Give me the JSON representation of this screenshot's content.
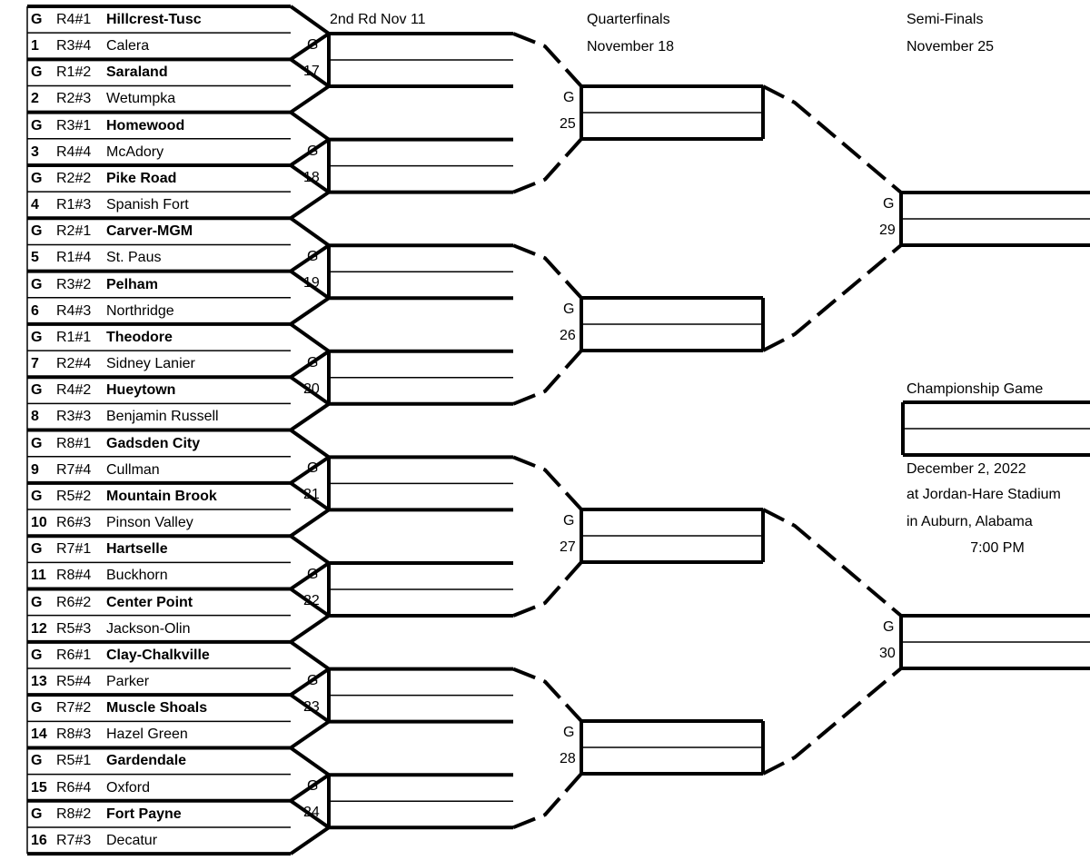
{
  "headers": {
    "round2": "2nd Rd Nov 11",
    "quarterfinals": "Quarterfinals",
    "quarterfinals_date": "November 18",
    "semifinals": "Semi-Finals",
    "semifinals_date": "November 25",
    "championship": "Championship Game",
    "championship_date": "December 2, 2022",
    "championship_venue": "at Jordan-Hare Stadium",
    "championship_city": "in Auburn, Alabama",
    "championship_time": "7:00 PM"
  },
  "first_round": [
    {
      "seed": "G",
      "code": "R4#1",
      "team": "Hillcrest-Tusc",
      "bold": true
    },
    {
      "seed": "1",
      "code": "R3#4",
      "team": "Calera",
      "bold": false
    },
    {
      "seed": "G",
      "code": "R1#2",
      "team": "Saraland",
      "bold": true
    },
    {
      "seed": "2",
      "code": "R2#3",
      "team": "Wetumpka",
      "bold": false
    },
    {
      "seed": "G",
      "code": "R3#1",
      "team": "Homewood",
      "bold": true
    },
    {
      "seed": "3",
      "code": "R4#4",
      "team": "McAdory",
      "bold": false
    },
    {
      "seed": "G",
      "code": "R2#2",
      "team": "Pike Road",
      "bold": true
    },
    {
      "seed": "4",
      "code": "R1#3",
      "team": "Spanish Fort",
      "bold": false
    },
    {
      "seed": "G",
      "code": "R2#1",
      "team": "Carver-MGM",
      "bold": true
    },
    {
      "seed": "5",
      "code": "R1#4",
      "team": "St. Paus",
      "bold": false
    },
    {
      "seed": "G",
      "code": "R3#2",
      "team": "Pelham",
      "bold": true
    },
    {
      "seed": "6",
      "code": "R4#3",
      "team": "Northridge",
      "bold": false
    },
    {
      "seed": "G",
      "code": "R1#1",
      "team": "Theodore",
      "bold": true
    },
    {
      "seed": "7",
      "code": "R2#4",
      "team": "Sidney Lanier",
      "bold": false
    },
    {
      "seed": "G",
      "code": "R4#2",
      "team": "Hueytown",
      "bold": true
    },
    {
      "seed": "8",
      "code": "R3#3",
      "team": "Benjamin Russell",
      "bold": false
    },
    {
      "seed": "G",
      "code": "R8#1",
      "team": "Gadsden City",
      "bold": true
    },
    {
      "seed": "9",
      "code": "R7#4",
      "team": "Cullman",
      "bold": false
    },
    {
      "seed": "G",
      "code": "R5#2",
      "team": "Mountain Brook",
      "bold": true
    },
    {
      "seed": "10",
      "code": "R6#3",
      "team": "Pinson Valley",
      "bold": false
    },
    {
      "seed": "G",
      "code": "R7#1",
      "team": "Hartselle",
      "bold": true
    },
    {
      "seed": "11",
      "code": "R8#4",
      "team": "Buckhorn",
      "bold": false
    },
    {
      "seed": "G",
      "code": "R6#2",
      "team": "Center Point",
      "bold": true
    },
    {
      "seed": "12",
      "code": "R5#3",
      "team": "Jackson-Olin",
      "bold": false
    },
    {
      "seed": "G",
      "code": "R6#1",
      "team": "Clay-Chalkville",
      "bold": true
    },
    {
      "seed": "13",
      "code": "R5#4",
      "team": "Parker",
      "bold": false
    },
    {
      "seed": "G",
      "code": "R7#2",
      "team": "Muscle Shoals",
      "bold": true
    },
    {
      "seed": "14",
      "code": "R8#3",
      "team": "Hazel Green",
      "bold": false
    },
    {
      "seed": "G",
      "code": "R5#1",
      "team": "Gardendale",
      "bold": true
    },
    {
      "seed": "15",
      "code": "R6#4",
      "team": "Oxford",
      "bold": false
    },
    {
      "seed": "G",
      "code": "R8#2",
      "team": "Fort Payne",
      "bold": true
    },
    {
      "seed": "16",
      "code": "R7#3",
      "team": "Decatur",
      "bold": false
    }
  ],
  "second_round_games": [
    {
      "g": "G",
      "num": "17"
    },
    {
      "g": "G",
      "num": "18"
    },
    {
      "g": "G",
      "num": "19"
    },
    {
      "g": "G",
      "num": "20"
    },
    {
      "g": "G",
      "num": "21"
    },
    {
      "g": "G",
      "num": "22"
    },
    {
      "g": "G",
      "num": "23"
    },
    {
      "g": "G",
      "num": "24"
    }
  ],
  "quarterfinal_games": [
    {
      "g": "G",
      "num": "25"
    },
    {
      "g": "G",
      "num": "26"
    },
    {
      "g": "G",
      "num": "27"
    },
    {
      "g": "G",
      "num": "28"
    }
  ],
  "semifinal_games": [
    {
      "g": "G",
      "num": "29"
    },
    {
      "g": "G",
      "num": "30"
    }
  ]
}
